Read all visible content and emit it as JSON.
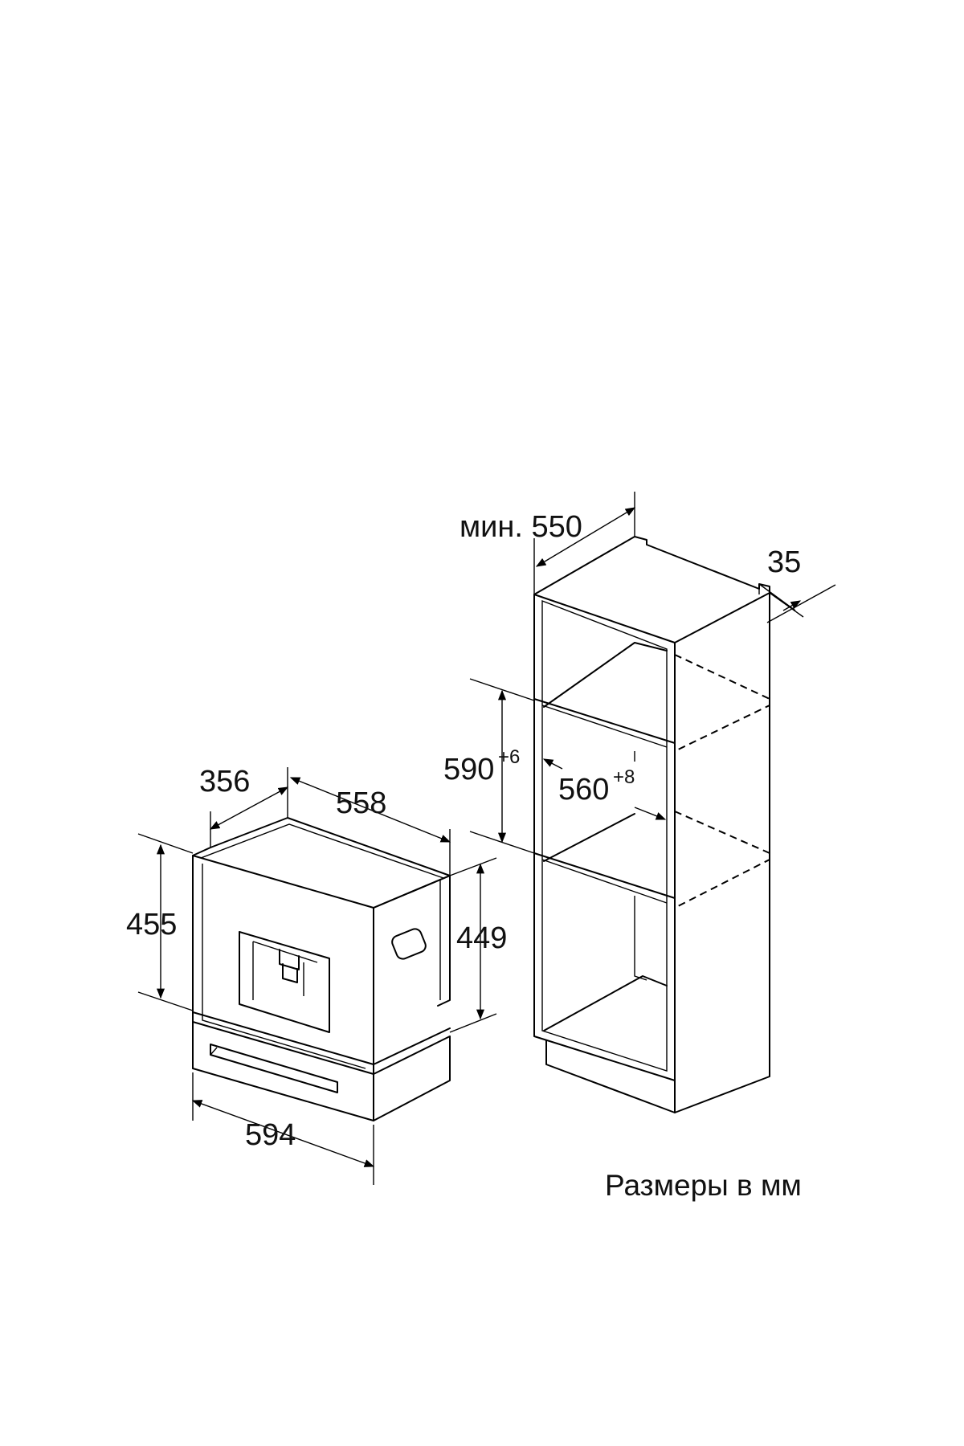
{
  "dimensions": {
    "appliance_depth_front": "356",
    "appliance_depth": "558",
    "appliance_height_total": "455",
    "appliance_height_body": "449",
    "appliance_width": "594",
    "niche_min_depth": "мин. 550",
    "niche_height": "590",
    "niche_height_tolerance": "+6",
    "niche_width": "560",
    "niche_width_tolerance": "+8",
    "panel_thickness": "35"
  },
  "caption": "Размеры в мм"
}
